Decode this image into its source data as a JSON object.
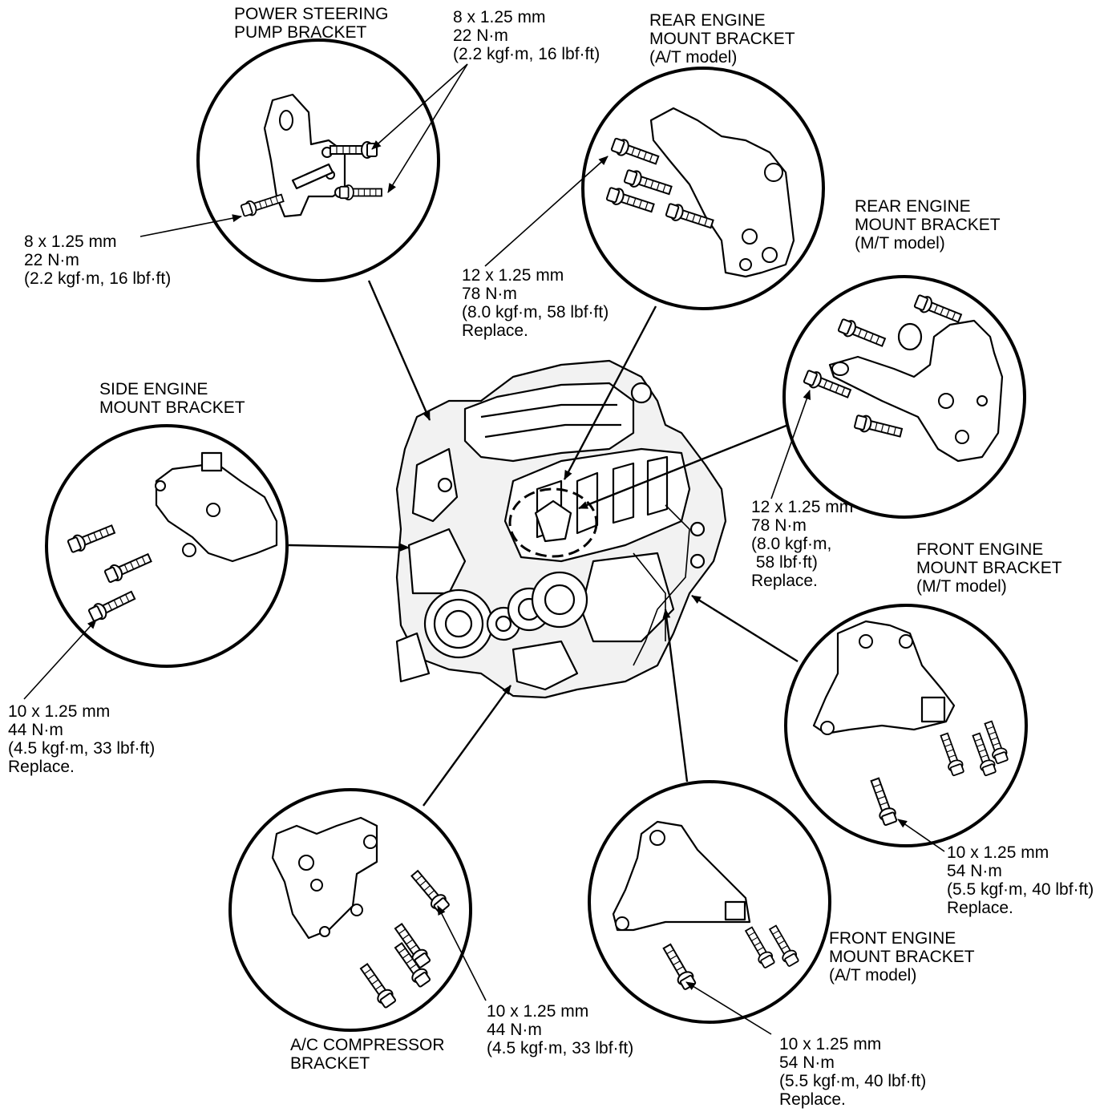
{
  "labels": {
    "ps_bracket": [
      "POWER STEERING",
      "PUMP BRACKET"
    ],
    "ps_torque_top": [
      "8 x 1.25 mm",
      "22 N·m",
      "(2.2 kgf·m, 16 lbf·ft)"
    ],
    "ps_torque_left": [
      "8 x 1.25 mm",
      "22 N·m",
      "(2.2 kgf·m, 16 lbf·ft)"
    ],
    "rear_at_bracket": [
      "REAR ENGINE",
      "MOUNT BRACKET",
      "(A/T model)"
    ],
    "rear_at_torque": [
      "12 x 1.25 mm",
      "78 N·m",
      "(8.0 kgf·m, 58 lbf·ft)",
      "Replace."
    ],
    "rear_mt_bracket": [
      "REAR ENGINE",
      "MOUNT BRACKET",
      "(M/T model)"
    ],
    "rear_mt_torque": [
      "12 x 1.25 mm",
      "78 N·m",
      "(8.0 kgf·m,",
      " 58 lbf·ft)",
      "Replace."
    ],
    "side_bracket": [
      "SIDE ENGINE",
      "MOUNT BRACKET"
    ],
    "side_torque": [
      "10 x 1.25 mm",
      "44 N·m",
      "(4.5 kgf·m, 33 lbf·ft)",
      "Replace."
    ],
    "front_mt_bracket": [
      "FRONT ENGINE",
      "MOUNT BRACKET",
      "(M/T model)"
    ],
    "front_mt_torque": [
      "10 x 1.25 mm",
      "54 N·m",
      "(5.5 kgf·m, 40 lbf·ft)",
      "Replace."
    ],
    "front_at_bracket": [
      "FRONT ENGINE",
      "MOUNT BRACKET",
      "(A/T model)"
    ],
    "front_at_torque": [
      "10 x 1.25 mm",
      "54 N·m",
      "(5.5 kgf·m, 40 lbf·ft)",
      "Replace."
    ],
    "ac_bracket": [
      "A/C COMPRESSOR",
      "BRACKET"
    ],
    "ac_torque": [
      "10 x 1.25 mm",
      "44 N·m",
      "(4.5 kgf·m, 33 lbf·ft)"
    ]
  }
}
